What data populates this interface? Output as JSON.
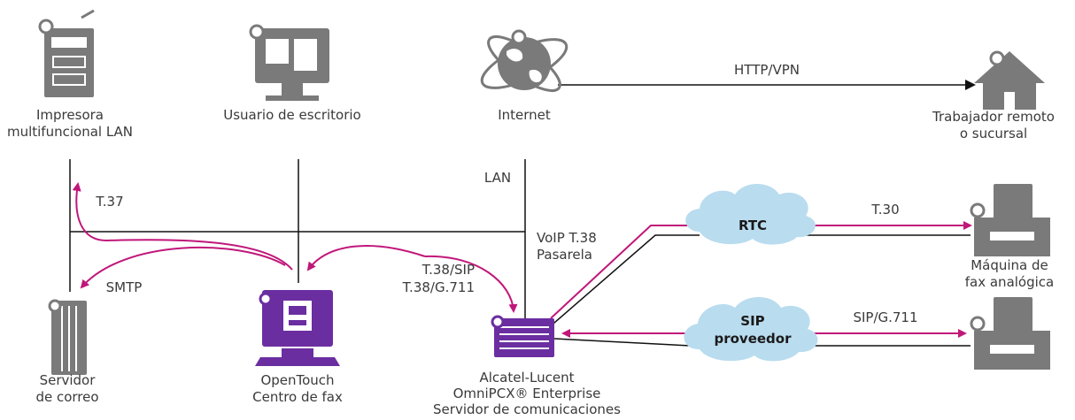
{
  "colors": {
    "line": "#111111",
    "accent": "#c0177a",
    "icon": "#7a7a7a",
    "purple": "#6b2ea1",
    "cloud": "#b9dcef",
    "text": "#3a3a3a"
  },
  "nodes": {
    "printer_mfp": {
      "icon": "printer-icon",
      "lines": [
        "Impresora",
        "multifuncional LAN"
      ]
    },
    "desktop_user": {
      "icon": "desktop-icon",
      "lines": [
        "Usuario de escritorio"
      ]
    },
    "internet": {
      "icon": "globe-icon",
      "lines": [
        "Internet"
      ]
    },
    "remote_worker": {
      "icon": "house-icon",
      "lines": [
        "Trabajador remoto",
        "o sucursal"
      ]
    },
    "mail_server": {
      "icon": "server-icon",
      "lines": [
        "Servidor",
        "de correo"
      ]
    },
    "fax_center": {
      "icon": "fax-monitor-icon",
      "lines": [
        "OpenTouch",
        "Centro de fax"
      ]
    },
    "pbx": {
      "icon": "pbx-icon",
      "lines": [
        "Alcatel-Lucent",
        "OmniPCX® Enterprise",
        "Servidor de comunicaciones"
      ]
    },
    "analog_fax": {
      "icon": "fax-machine-icon",
      "lines": [
        "Máquina de",
        "fax analógica"
      ]
    },
    "fax_2": {
      "icon": "fax-machine-icon",
      "lines": []
    }
  },
  "clouds": {
    "rtc": {
      "lines": [
        "RTC"
      ]
    },
    "sip": {
      "lines": [
        "SIP",
        "proveedor"
      ]
    }
  },
  "links": {
    "http_vpn": "HTTP/VPN",
    "lan": "LAN",
    "t37": "T.37",
    "smtp": "SMTP",
    "t38_sip": "T.38/SIP",
    "t38_g711": "T.38/G.711",
    "gateway_1": "VoIP T.38",
    "gateway_2": "Pasarela",
    "t30": "T.30",
    "sip_g711": "SIP/G.711"
  }
}
